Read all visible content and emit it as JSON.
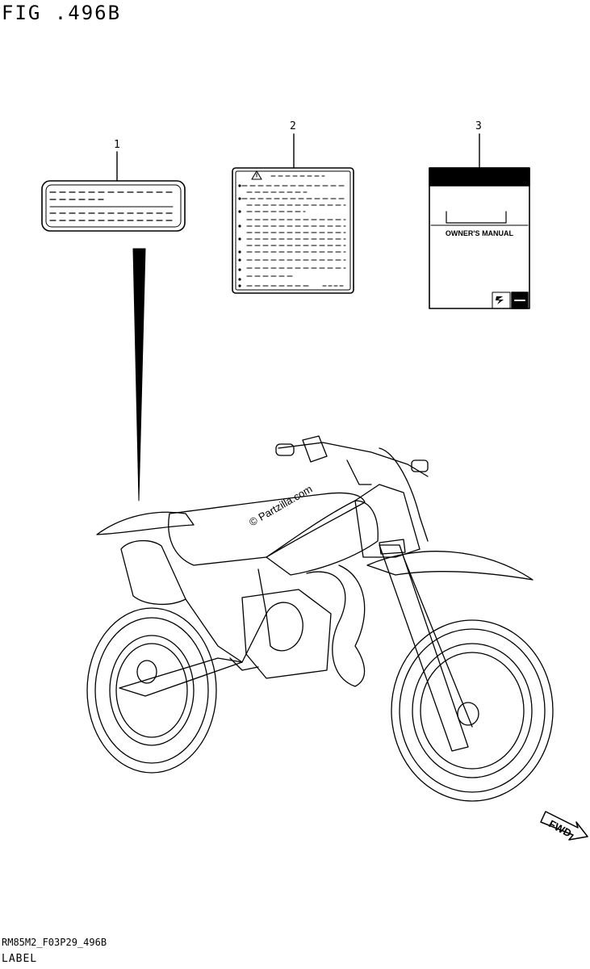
{
  "figure": {
    "title": "FIG .496B",
    "footer_code": "RM85M2_F03P29_496B",
    "footer_label": "LABEL"
  },
  "callouts": [
    "1",
    "2",
    "3"
  ],
  "manual": {
    "title": "OWNER'S MANUAL"
  },
  "watermark": "© Partzilla.com",
  "direction_marker": "FWD",
  "icons": {
    "warning": "warning-triangle-icon",
    "brand": "suzuki-logo-icon"
  }
}
